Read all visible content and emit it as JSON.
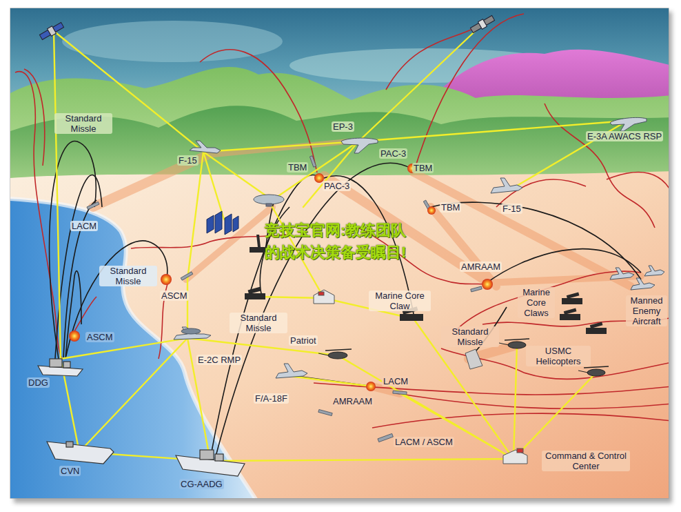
{
  "diagram": {
    "labels": [
      "Standard Missle",
      "F-15",
      "EP-3",
      "E-3A AWACS RSP",
      "TBM",
      "PAC-3",
      "TBM",
      "PAC-3",
      "TBM",
      "F-15",
      "LACM",
      "竞技宝官网:教练团队的战术决策备受瞩目!",
      "Standard Missle",
      "ASCM",
      "AMRAAM",
      "Marine Core Claw",
      "Marine Core Claws",
      "Manned Enemy Aircraft",
      "Standard Missle",
      "ASCM",
      "Patriot",
      "Standard Missle",
      "USMC Helicopters",
      "E-2C RMP",
      "DDG",
      "LACM",
      "F/A-18F",
      "AMRAAM",
      "LACM / ASCM",
      "Command & Control Center",
      "CVN",
      "CG-AADG"
    ]
  }
}
